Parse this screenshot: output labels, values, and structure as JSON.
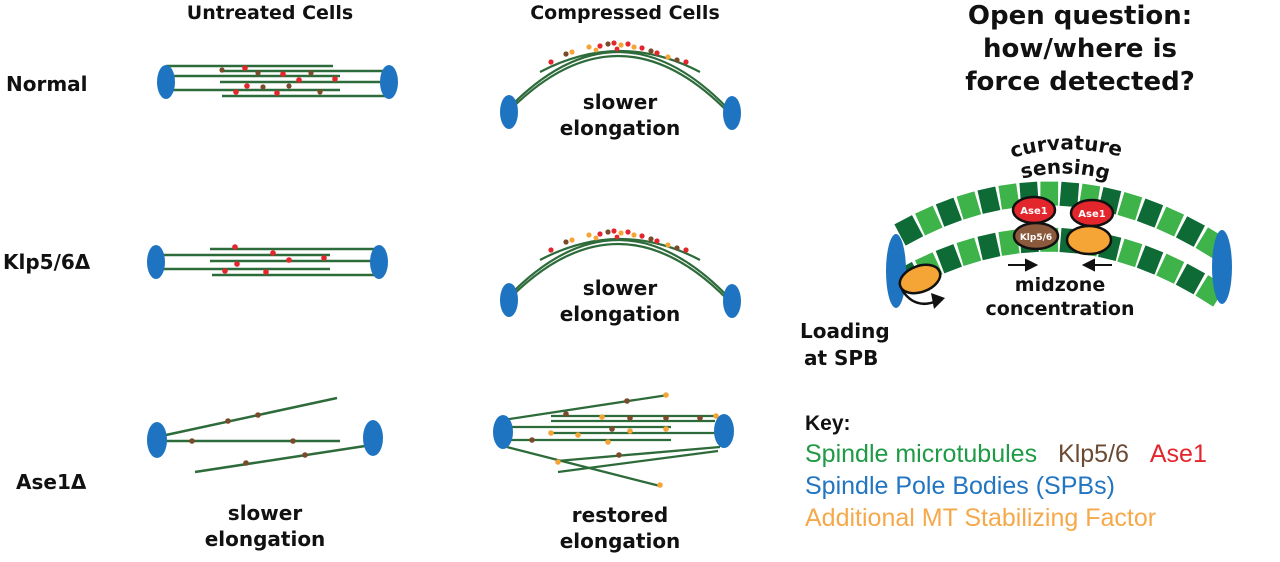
{
  "columns": {
    "untreated": "Untreated Cells",
    "compressed": "Compressed Cells"
  },
  "rows": {
    "normal": "Normal",
    "klp": "Klp5/6Δ",
    "ase": "Ase1Δ"
  },
  "captions": {
    "normal_compressed": [
      "slower",
      "elongation"
    ],
    "klp_compressed": [
      "slower",
      "elongation"
    ],
    "ase_untreated": [
      "slower",
      "elongation"
    ],
    "ase_compressed": [
      "restored",
      "elongation"
    ]
  },
  "question": [
    "Open question:",
    "how/where is",
    "force detected?"
  ],
  "model": {
    "curvature_label": "curvature",
    "sensing_label": "sensing",
    "ase1_label": "Ase1",
    "klp_label": "Klp5/6",
    "midzone": [
      "midzone",
      "concentration"
    ],
    "loading": [
      "Loading",
      "at SPB"
    ]
  },
  "key": {
    "title": "Key:",
    "microtubules": "Spindle microtubules",
    "klp": "Klp5/6",
    "ase": "Ase1",
    "spb": "Spindle Pole Bodies (SPBs)",
    "factor": "Additional MT Stabilizing Factor"
  },
  "colors": {
    "microtubule": "#2e6b3a",
    "spb": "#1f74c2",
    "klp": "#7a4a2a",
    "ase": "#e3262c",
    "factor": "#f5a536",
    "key_green": "#1f9a45",
    "key_brown": "#6b4a33",
    "key_red": "#e3262c",
    "key_blue": "#2275c0",
    "key_orange": "#f5a94a",
    "light_green": "#3db34a",
    "dark_green": "#0e6b35"
  }
}
